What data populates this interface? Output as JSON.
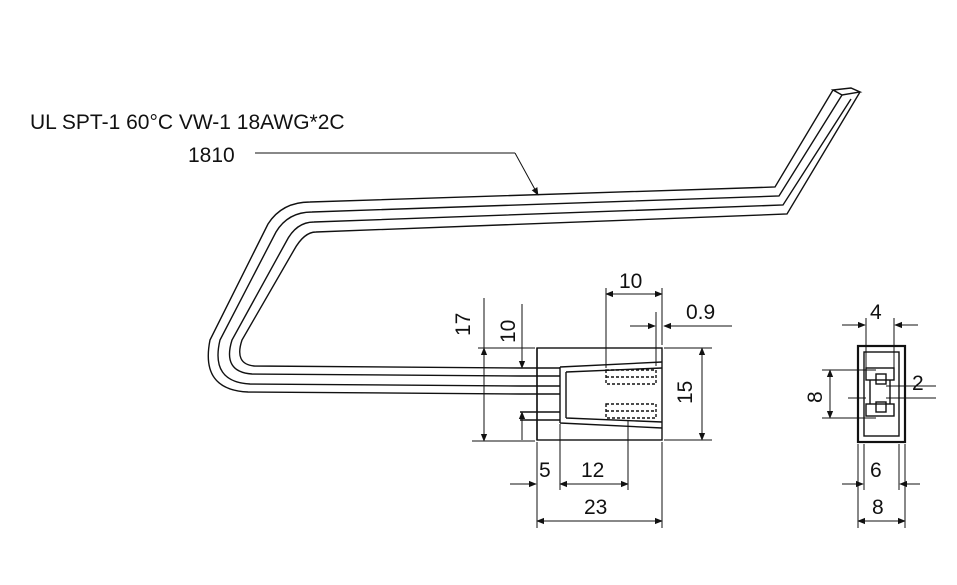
{
  "spec": {
    "line1": "UL SPT-1 60°C VW-1 18AWG*2C",
    "line2": "1810"
  },
  "dims": {
    "d10_top": "10",
    "d0_9": "0.9",
    "d17": "17",
    "d10_left": "10",
    "d15": "15",
    "d5": "5",
    "d12": "12",
    "d23": "23",
    "d4": "4",
    "d8_vert": "8",
    "d2": "2",
    "d6": "6",
    "d8_bottom": "8"
  }
}
